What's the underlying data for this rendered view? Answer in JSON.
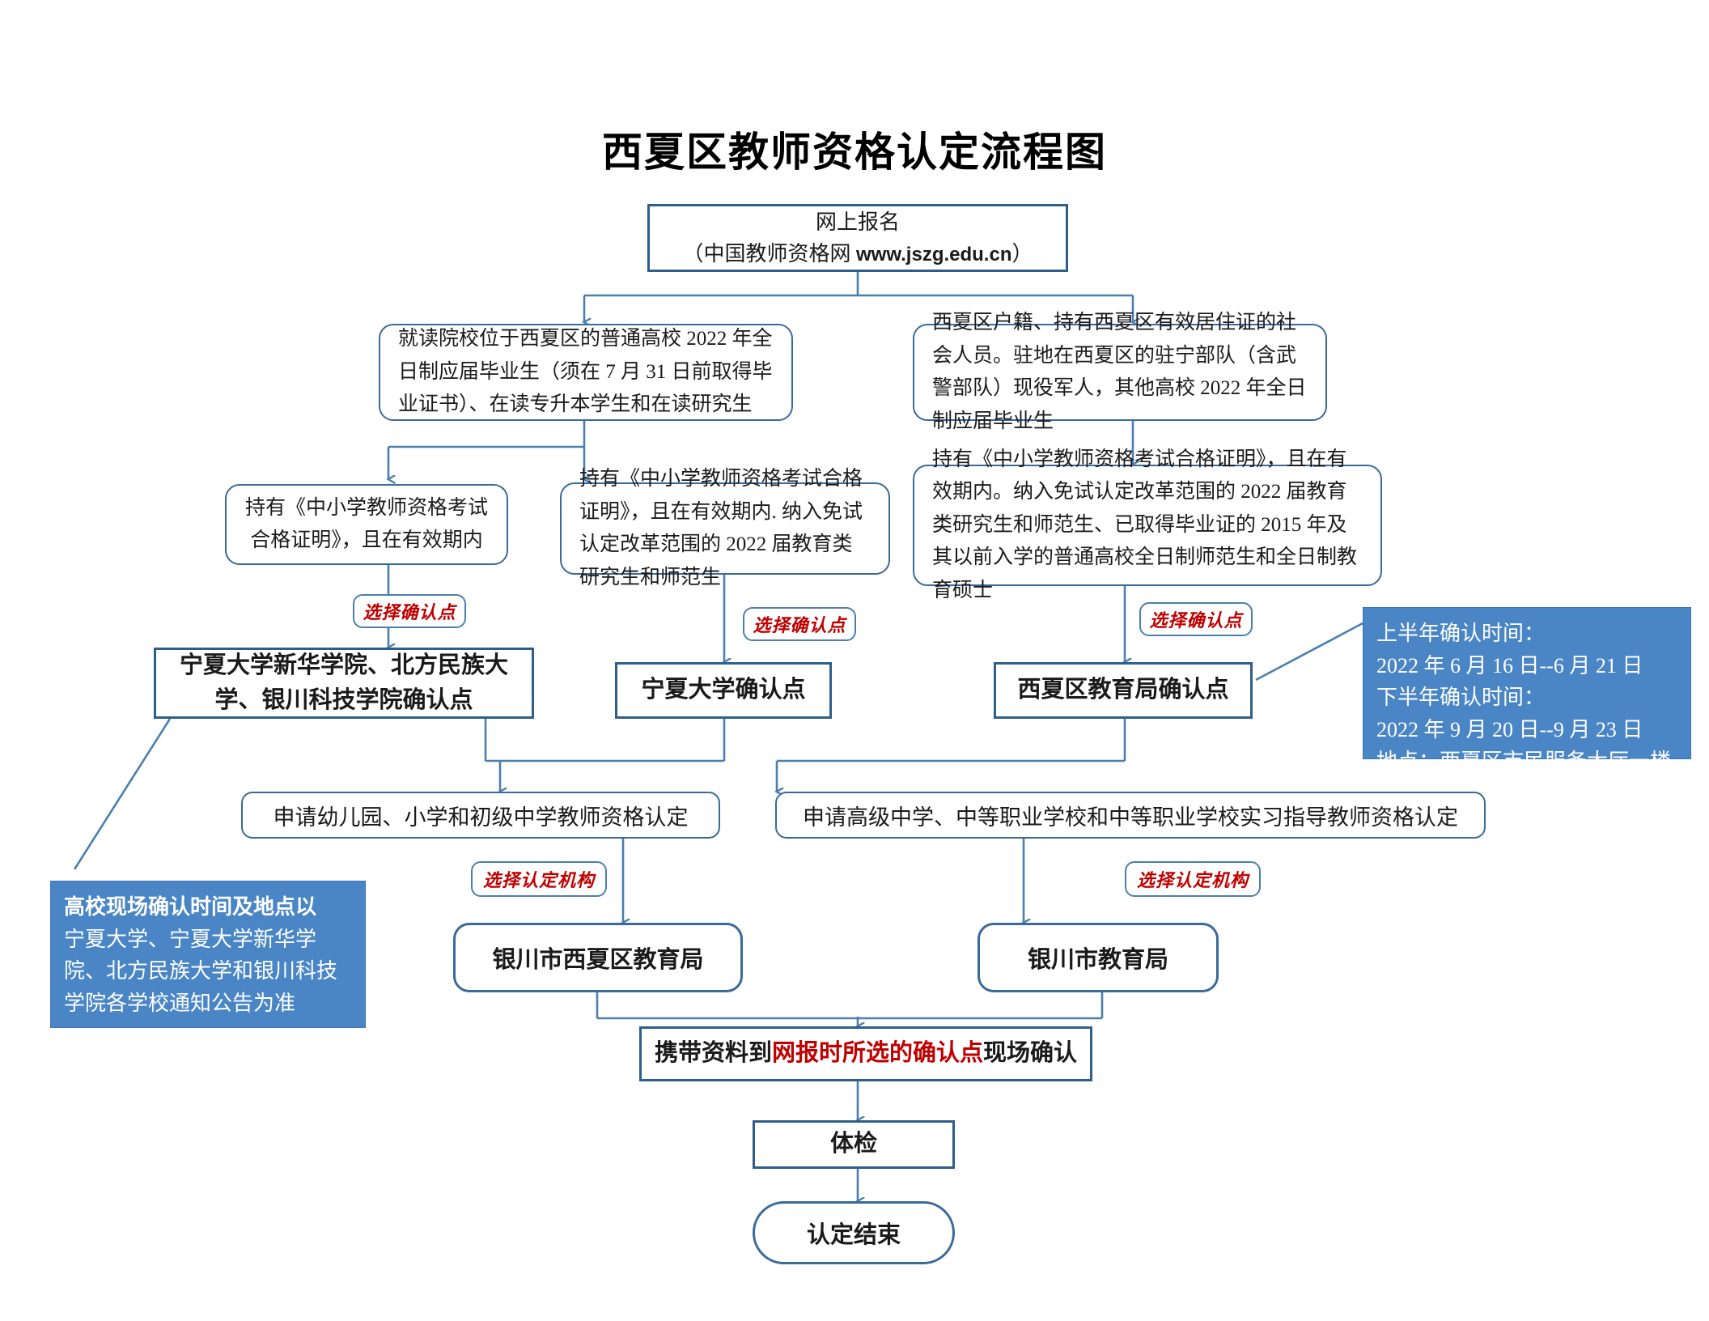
{
  "title": "西夏区教师资格认定流程图",
  "colors": {
    "line": "#4a7fae",
    "box_border": "#3a6a9a",
    "strong_border": "#2e5f8a",
    "accent_red": "#c00000",
    "info_fill": "#4a86c5"
  },
  "nodes": {
    "online_reg": {
      "line1": "网上报名",
      "line2_prefix": "（中国教师资格网 ",
      "line2_url": "www.jszg.edu.cn",
      "line2_suffix": "）"
    },
    "cond_left": "就读院校位于西夏区的普通高校 2022 年全日制应届毕业生（须在 7 月 31 日前取得毕业证书）、在读专升本学生和在读研究生",
    "cond_right": "西夏区户籍、持有西夏区有效居住证的社会人员。驻地在西夏区的驻宁部队（含武警部队）现役军人，其他高校 2022 年全日制应届毕业生",
    "cond_a": "持有《中小学教师资格考试合格证明》，且在有效期内",
    "cond_b": "持有《中小学教师资格考试合格证明》，且在有效期内. 纳入免试认定改革范围的 2022 届教育类研究生和师范生",
    "cond_c": "持有《中小学教师资格考试合格证明》，且在有效期内。纳入免试认定改革范围的 2022 届教育类研究生和师范生、已取得毕业证的 2015 年及其以前入学的普通高校全日制师范生和全日制教育硕士",
    "point_a": "宁夏大学新华学院、北方民族大学、银川科技学院确认点",
    "point_b": "宁夏大学确认点",
    "point_c": "西夏区教育局确认点",
    "apply_left": "申请幼儿园、小学和初级中学教师资格认定",
    "apply_right": "申请高级中学、中等职业学校和中等职业学校实习指导教师资格认定",
    "org_left": "银川市西夏区教育局",
    "org_right": "银川市教育局",
    "onsite": {
      "prefix": "携带资料到",
      "highlight": "网报时所选的确认点",
      "suffix": "现场确认"
    },
    "medical": "体检",
    "end": "认定结束"
  },
  "tags": {
    "select_point_1": "选择确认点",
    "select_point_2": "选择确认点",
    "select_point_3": "选择确认点",
    "select_org_1": "选择认定机构",
    "select_org_2": "选择认定机构"
  },
  "info_boxes": {
    "confirm_time": {
      "l1": "上半年确认时间：",
      "l2": "2022 年 6 月 16 日--6 月 21 日",
      "l3": "下半年确认时间：",
      "l4": "2022 年 9 月 20 日--9 月 23 日",
      "l5": "地点：西夏区市民服务大厅一楼"
    },
    "campus_note": {
      "l1": "高校现场确认时间及地点以",
      "l2": "宁夏大学、宁夏大学新华学",
      "l3": "院、北方民族大学和银川科技",
      "l4": "学院各学校通知公告为准"
    }
  }
}
